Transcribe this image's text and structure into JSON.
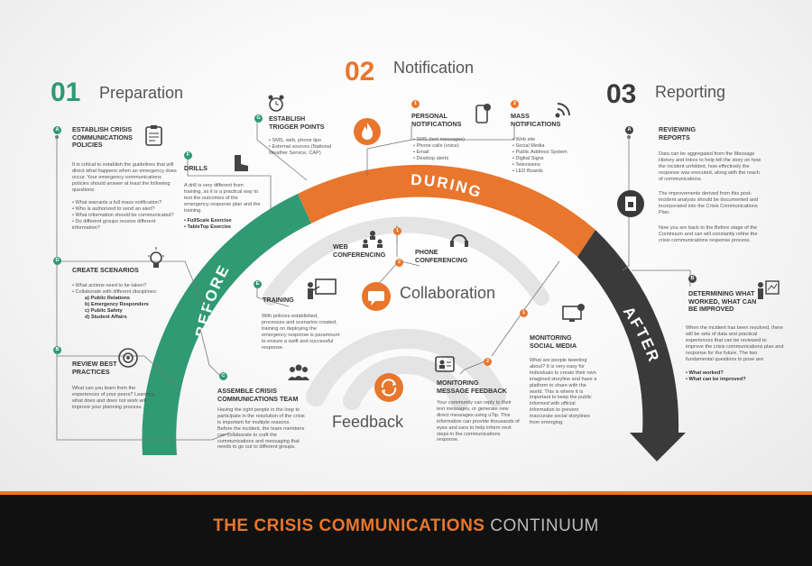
{
  "phases": {
    "preparation": {
      "number": "01",
      "title": "Preparation"
    },
    "notification": {
      "number": "02",
      "title": "Notification"
    },
    "reporting": {
      "number": "03",
      "title": "Reporting"
    }
  },
  "arc_labels": {
    "before": "BEFORE",
    "during": "DURING",
    "after": "AFTER"
  },
  "center": {
    "collaboration": "Collaboration",
    "feedback": "Feedback"
  },
  "prep": {
    "a": {
      "badge": "A",
      "title": "ESTABLISH CRISIS COMMUNICATIONS POLICIES",
      "text": "It is critical to establish the guidelines that will direct what happens when an emergency does occur. Your emergency communications policies should answer at least the following questions:",
      "items": [
        "What warrants a full mass notification?",
        "Who is authorized to send an alert?",
        "What information should be communicated?",
        "Do different groups receive different information?"
      ]
    },
    "d": {
      "badge": "D",
      "title": "CREATE SCENARIOS",
      "items": [
        "What actions need to be taken?",
        "Collaborate with different disciplines:"
      ],
      "subitems": [
        "a) Public Relations",
        "b) Emergency Responders",
        "c) Public Safety",
        "d) Student Affairs"
      ]
    },
    "b": {
      "badge": "B",
      "title": "REVIEW BEST PRACTICES",
      "text": "What can you learn from the experiences of your peers? Learning what does and does not work will improve your planning process."
    },
    "f": {
      "badge": "F",
      "title": "DRILLS",
      "text": "A drill is very different from training, as it is a practical way to test the outcomes of the emergency response plan and the training.",
      "items": [
        "FullScale Exercise",
        "TableTop Exercise"
      ]
    },
    "g": {
      "badge": "G",
      "title": "ESTABLISH TRIGGER POINTS",
      "items": [
        "SMS, web, phone tips",
        "External sources (National Weather Service, CAP)"
      ]
    },
    "e": {
      "badge": "E",
      "title": "TRAINING",
      "text": "With policies established, processes and scenarios created, training on deploying the emergency response is paramount to ensure a swift and successful response."
    },
    "c": {
      "badge": "C",
      "title": "ASSEMBLE CRISIS COMMUNICATIONS TEAM",
      "text": "Having the right people in the loop to participate in the resolution of the crisis is important for multiple reasons. Before the incident, the team members can collaborate to craft the communications and messaging that needs to go out to different groups."
    }
  },
  "notif": {
    "personal": {
      "badge": "1",
      "title": "PERSONAL NOTIFICATIONS",
      "items": [
        "SMS (text messages)",
        "Phone calls (voice)",
        "Email",
        "Desktop alerts"
      ]
    },
    "mass": {
      "badge": "2",
      "title": "MASS NOTIFICATIONS",
      "items": [
        "Web site",
        "Social Media",
        "Public Address System",
        "Digital Signs",
        "Televisions",
        "LED Boards"
      ]
    },
    "web": {
      "badge": "1",
      "title": "WEB CONFERENCING"
    },
    "phone": {
      "badge": "2",
      "title": "PHONE CONFERENCING"
    },
    "social": {
      "badge": "1",
      "title": "MONITORING SOCIAL MEDIA",
      "text": "What are people tweeting about? It is very easy for individuals to create their own imagined storyline and have a platform to share with the world. This is where it is important to keep the public informed with official information to prevent inaccurate social storylines from emerging."
    },
    "feedback": {
      "badge": "2",
      "title": "MONITORING MESSAGE FEEDBACK",
      "text": "Your community can reply to their text messages, or generate new direct messages using uTip. This information can provide thousands of eyes and ears to help inform next steps in the communications response."
    }
  },
  "report": {
    "a": {
      "badge": "A",
      "title": "REVIEWING REPORTS",
      "text1": "Data can be aggregated from the Message History and Inbox to help tell the story on how the incident unfolded, how effectively the response was executed, along with the reach of communications.",
      "text2": "The improvements derived from this post-incident analysis should be documented and incorporated into the Crisis Communications Plan.",
      "text3": "Now you are back to the Before stage of the Continuum and can will constantly refine the crisis communications response process."
    },
    "b": {
      "badge": "B",
      "title": "DETERMINING WHAT WORKED, WHAT CAN BE IMPROVED",
      "text": "When the incident has been resolved, there will be sets of data and practical experiences that can be reviewed to improve the crisis communications plan and response for the future. The two fundamental questions to pose are:",
      "items": [
        "What worked?",
        "What can be improved?"
      ]
    }
  },
  "footer": {
    "title_main": "THE CRISIS COMMUNICATIONS",
    "title_sub": "CONTINUUM"
  },
  "colors": {
    "green": "#2f9a73",
    "orange": "#e8762d",
    "dark": "#3a3a3a"
  }
}
